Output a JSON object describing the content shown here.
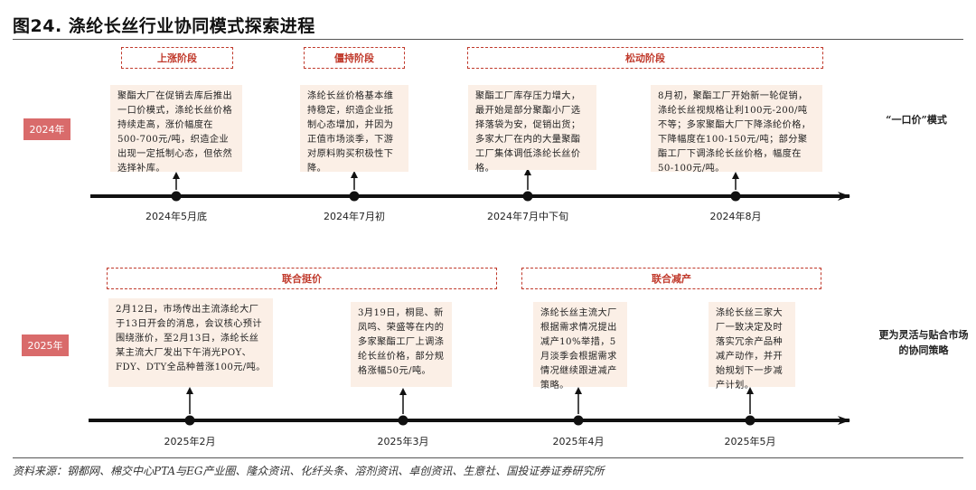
{
  "title": "图24. 涤纶长丝行业协同模式探索进程",
  "source": "资料来源：钢都网、棉交中心PTA与EG产业圈、隆众资讯、化纤头条、溶剂资讯、卓创资讯、生意社、国投证券证券研究所",
  "rows": [
    {
      "year": "2024年",
      "side_note": "“一口价”模式",
      "phases": [
        "上涨阶段",
        "僵持阶段",
        "松动阶段"
      ],
      "events": [
        {
          "date": "2024年5月底",
          "text": "聚酯大厂在促销去库后推出一口价模式，涤纶长丝价格持续走高，涨价幅度在500-700元/吨，织造企业出现一定抵制心态，但依然选择补库。"
        },
        {
          "date": "2024年7月初",
          "text": "涤纶长丝价格基本维持稳定，织造企业抵制心态增加，并因为正值市场淡季，下游对原料购买积极性下降。"
        },
        {
          "date": "2024年7月中下旬",
          "text": "聚酯工厂库存压力增大，最开始是部分聚酯小厂选择落袋为安，促销出货；多家大厂在内的大量聚酯工厂集体调低涤纶长丝价格。"
        },
        {
          "date": "2024年8月",
          "text": "8月初，聚酯工厂开始新一轮促销，涤纶长丝视规格让利100元-200/吨不等；多家聚酯大厂下降涤纶价格，下降幅度在100-150元/吨；部分聚酯工厂下调涤纶长丝价格，幅度在50-100元/吨。"
        }
      ]
    },
    {
      "year": "2025年",
      "side_note": "更为灵活与贴合市场的协同策略",
      "phases": [
        "联合挺价",
        "联合减产"
      ],
      "events": [
        {
          "date": "2025年2月",
          "text": "2月12日，市场传出主流涤纶大厂于13日开会的消息，会议核心预计围绕涨价，至2月13日，涤纶长丝某主流大厂发出下午消光POY、FDY、DTY全品种普涨100元/吨。"
        },
        {
          "date": "2025年3月",
          "text": "3月19日，桐昆、新凤鸣、荣盛等在内的多家聚酯工厂上调涤纶长丝价格，部分规格涨幅50元/吨。"
        },
        {
          "date": "2025年4月",
          "text": "涤纶长丝主流大厂根据需求情况提出减产10%举措，5月淡季会根据需求情况继续跟进减产策略。"
        },
        {
          "date": "2025年5月",
          "text": "涤纶长丝三家大厂一致决定及时落实冗余产品种减产动作，并开始规划下一步减产计划。"
        }
      ]
    }
  ],
  "colors": {
    "accent": "#c0392b",
    "year_box": "#d96b6b",
    "card": "#fbefe6",
    "axis": "#111111"
  }
}
